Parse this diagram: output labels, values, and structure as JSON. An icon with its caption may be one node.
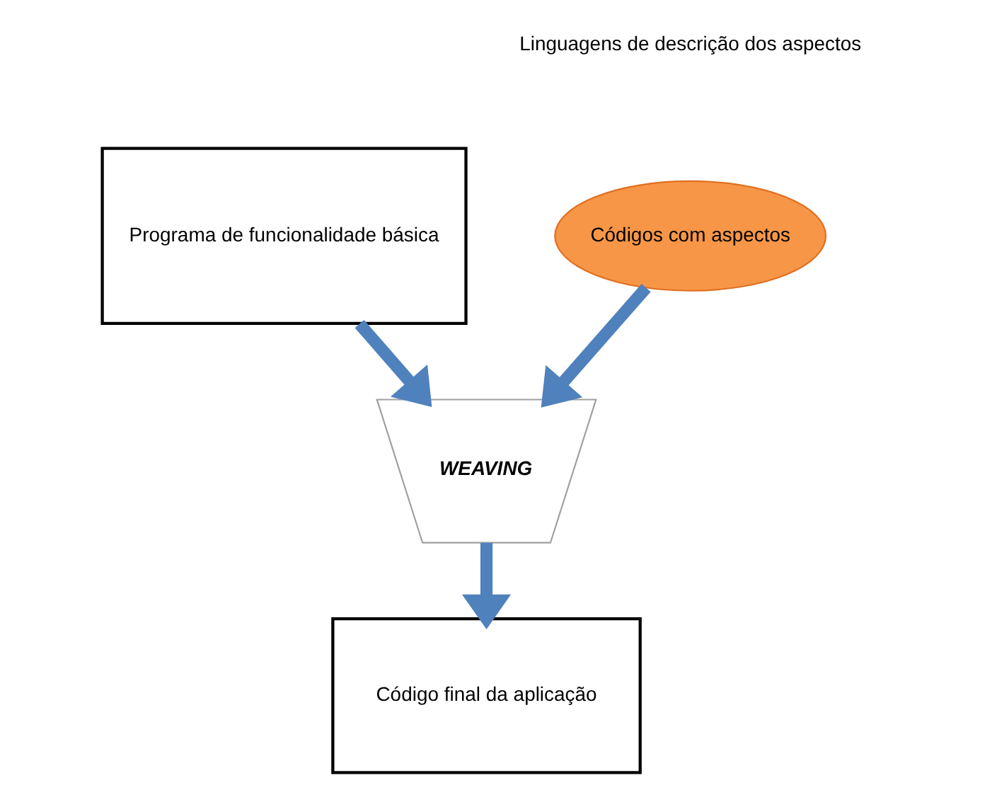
{
  "diagram": {
    "nodes": [
      {
        "text": [
          "Programa de funcionalidade básica"
        ]
      },
      {
        "text": [
          "Códigos com aspectos"
        ]
      },
      {
        "text": [
          "WEAVING"
        ]
      },
      {
        "text": [
          "Código final da aplicação"
        ]
      }
    ],
    "edges": [
      {
        "from": 0,
        "to": 2,
        "arrow": "to"
      },
      {
        "from": 1,
        "to": 2,
        "arrow": "to"
      },
      {
        "from": 2,
        "to": 3,
        "arrow": "to"
      }
    ],
    "labels": [
      "Linguagens de descrição dos aspectos"
    ]
  }
}
